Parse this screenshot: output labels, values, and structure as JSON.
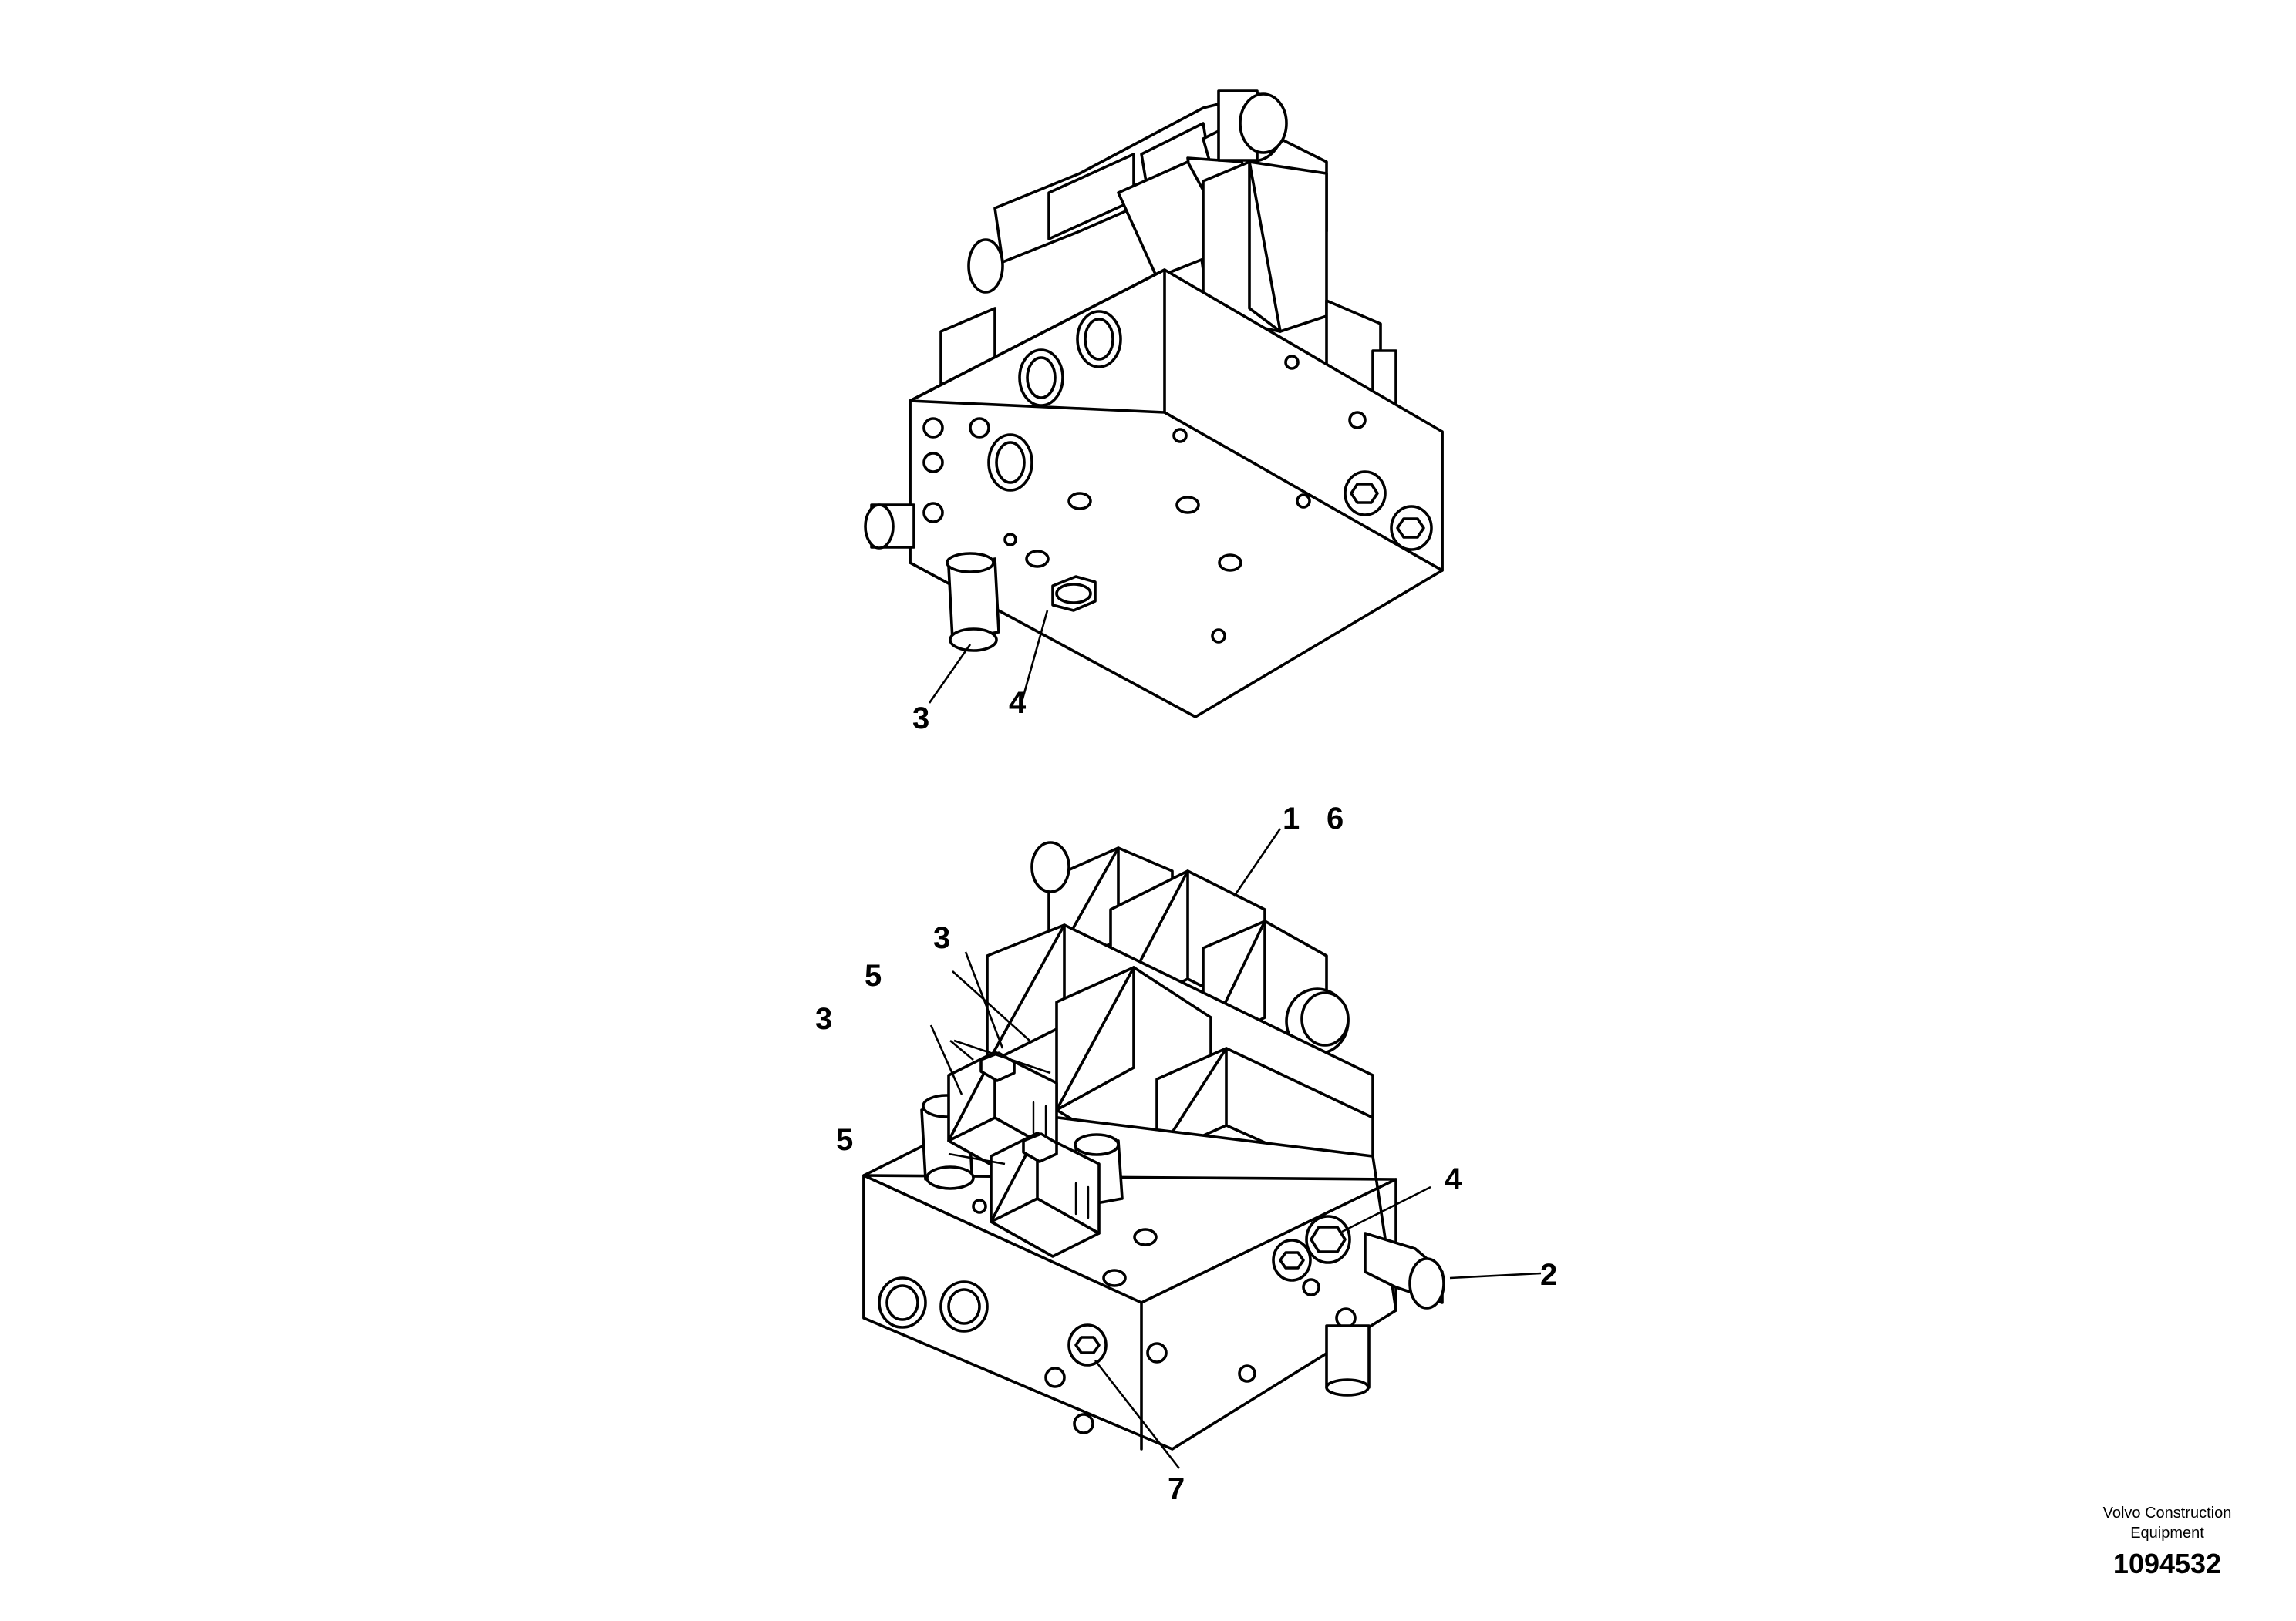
{
  "callouts": {
    "top_3": "3",
    "top_4": "4",
    "bottom_1": "1",
    "bottom_6": "6",
    "bottom_3_upper": "3",
    "bottom_5_upper": "5",
    "bottom_3_left": "3",
    "bottom_5_lower": "5",
    "bottom_4": "4",
    "bottom_2": "2",
    "bottom_7": "7"
  },
  "footer": {
    "brand_line1": "Volvo Construction",
    "brand_line2": "Equipment",
    "document_number": "1094532"
  },
  "colors": {
    "line": "#000000",
    "background": "#ffffff"
  }
}
